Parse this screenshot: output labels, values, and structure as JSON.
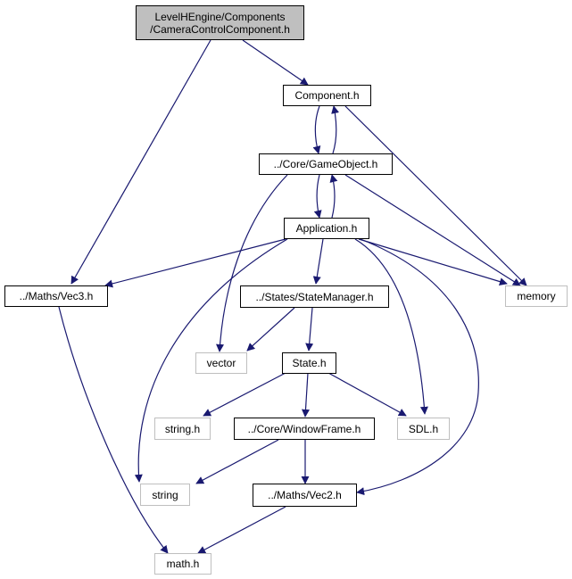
{
  "diagram": {
    "type": "include-dependency-graph",
    "colors": {
      "edge": "#191970",
      "root_fill": "#bfbfbf",
      "local_border": "#000000",
      "external_border": "#bfbfbf"
    },
    "nodes": {
      "root": {
        "line1": "LevelHEngine/Components",
        "line2": "/CameraControlComponent.h"
      },
      "component": {
        "label": "Component.h"
      },
      "gameobject": {
        "label": "../Core/GameObject.h"
      },
      "application": {
        "label": "Application.h"
      },
      "vec3": {
        "label": "../Maths/Vec3.h"
      },
      "memory": {
        "label": "memory"
      },
      "statemanager": {
        "label": "../States/StateManager.h"
      },
      "vector": {
        "label": "vector"
      },
      "state": {
        "label": "State.h"
      },
      "stringh": {
        "label": "string.h"
      },
      "windowframe": {
        "label": "../Core/WindowFrame.h"
      },
      "sdl": {
        "label": "SDL.h"
      },
      "string": {
        "label": "string"
      },
      "vec2": {
        "label": "../Maths/Vec2.h"
      },
      "math": {
        "label": "math.h"
      }
    },
    "edges": [
      {
        "from": "root",
        "to": "component"
      },
      {
        "from": "root",
        "to": "vec3"
      },
      {
        "from": "component",
        "to": "gameobject"
      },
      {
        "from": "gameobject",
        "to": "component"
      },
      {
        "from": "component",
        "to": "memory"
      },
      {
        "from": "gameobject",
        "to": "application"
      },
      {
        "from": "application",
        "to": "gameobject"
      },
      {
        "from": "gameobject",
        "to": "memory"
      },
      {
        "from": "gameobject",
        "to": "vector"
      },
      {
        "from": "application",
        "to": "vec3"
      },
      {
        "from": "application",
        "to": "memory"
      },
      {
        "from": "application",
        "to": "statemanager"
      },
      {
        "from": "application",
        "to": "string"
      },
      {
        "from": "application",
        "to": "sdl"
      },
      {
        "from": "application",
        "to": "vec2"
      },
      {
        "from": "statemanager",
        "to": "vector"
      },
      {
        "from": "statemanager",
        "to": "state"
      },
      {
        "from": "state",
        "to": "stringh"
      },
      {
        "from": "state",
        "to": "sdl"
      },
      {
        "from": "state",
        "to": "windowframe"
      },
      {
        "from": "windowframe",
        "to": "string"
      },
      {
        "from": "windowframe",
        "to": "vec2"
      },
      {
        "from": "vec2",
        "to": "math"
      },
      {
        "from": "vec3",
        "to": "math"
      }
    ]
  }
}
